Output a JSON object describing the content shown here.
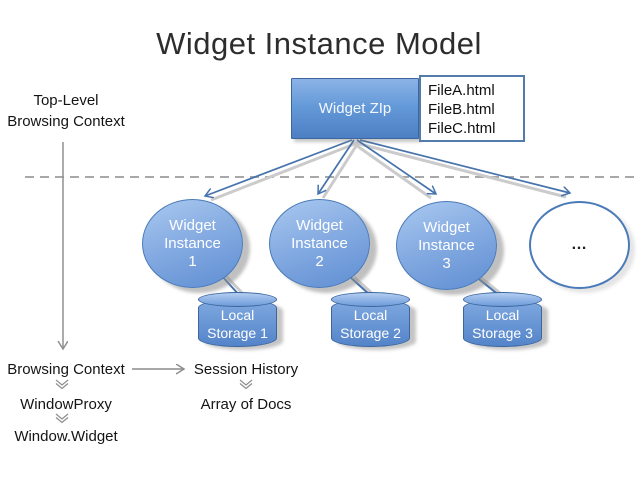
{
  "title": "Widget Instance Model",
  "colors": {
    "accent_blue": "#4F81BD",
    "node_fill_top": "#aac9f0",
    "node_fill_bottom": "#5f8ed3",
    "line_gray": "#8f8f8f"
  },
  "top_context_label": {
    "line1": "Top-Level",
    "line2": "Browsing Context"
  },
  "widget_zip": {
    "label": "Widget ZIp"
  },
  "file_list": {
    "items": [
      "FileA.html",
      "FileB.html",
      "FileC.html"
    ]
  },
  "instances": [
    {
      "line1": "Widget",
      "line2": "Instance",
      "line3": "1"
    },
    {
      "line1": "Widget",
      "line2": "Instance",
      "line3": "2"
    },
    {
      "line1": "Widget",
      "line2": "Instance",
      "line3": "3"
    }
  ],
  "more_node": {
    "label": "…"
  },
  "storages": [
    {
      "line1": "Local",
      "line2": "Storage 1"
    },
    {
      "line1": "Local",
      "line2": "Storage 2"
    },
    {
      "line1": "Local",
      "line2": "Storage 3"
    }
  ],
  "bottom_labels": {
    "browsing_context": "Browsing Context",
    "session_history": "Session History",
    "window_proxy": "WindowProxy",
    "array_of_docs": "Array of Docs",
    "window_widget": "Window.Widget"
  }
}
